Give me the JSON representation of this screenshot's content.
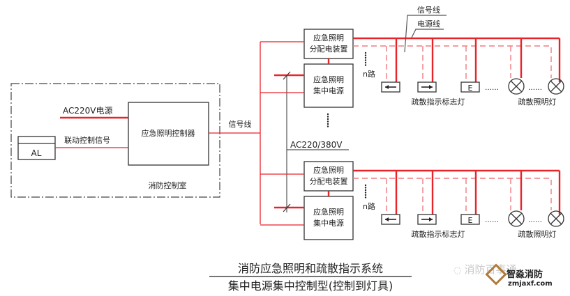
{
  "diagram": {
    "control_room": {
      "label": "消防控制室",
      "al_label": "AL",
      "power_label": "AC220V电源",
      "linkage_label": "联动控制信号",
      "controller_label": "应急照明控制器"
    },
    "signal_line_label": "信号线",
    "supply_label": "AC220/380V",
    "groups": [
      {
        "distributor": [
          "应急照明",
          "分配电装置"
        ],
        "power_source": [
          "应急照明",
          "集中电源"
        ],
        "n_routes": "n路",
        "legend_signal": "信号线",
        "legend_power": "电源线",
        "exit_sign_label": "疏散指示标志灯",
        "lighting_label": "疏散照明灯",
        "fixtures": [
          "arrow-left",
          "arrow-right",
          "E",
          "ellipsis",
          "lamp",
          "ellipsis",
          "lamp"
        ]
      },
      {
        "distributor": [
          "应急照明",
          "分配电装置"
        ],
        "power_source": [
          "应急照明",
          "集中电源"
        ],
        "n_routes": "n路",
        "exit_sign_label": "疏散指示标志灯",
        "lighting_label": "疏散照明灯",
        "fixtures": [
          "arrow-left",
          "arrow-right",
          "E",
          "ellipsis",
          "lamp",
          "ellipsis",
          "lamp"
        ]
      }
    ],
    "ellipsis": "……",
    "exit_letter": "E",
    "title_line1": "消防应急照明和疏散指示系统",
    "title_line2": "集中电源集中控制型(控制到灯具)"
  },
  "watermark": {
    "channel": "消防百事通",
    "brand": "智淼消防",
    "url": "zmjaxf.com"
  },
  "colors": {
    "power_line": "#e8232a",
    "signal_line": "#f07a80",
    "outline": "#333333"
  }
}
